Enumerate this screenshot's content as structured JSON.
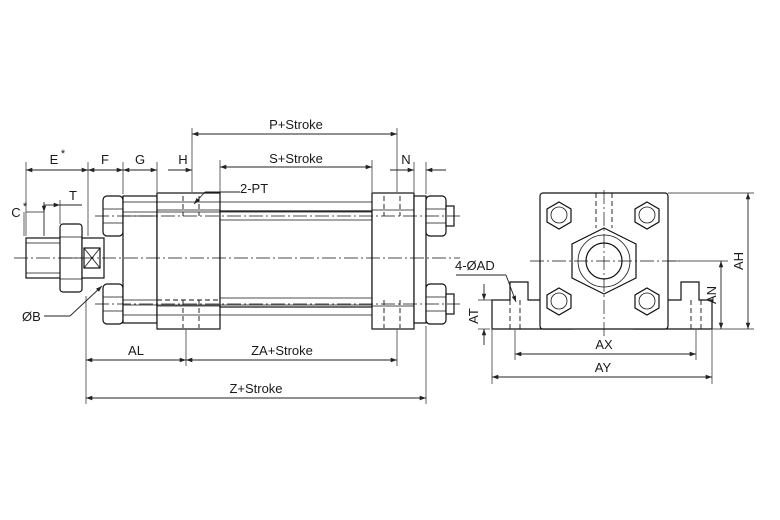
{
  "labels": {
    "p_stroke": "P+Stroke",
    "s_stroke": "S+Stroke",
    "e": "E",
    "e_star": "*",
    "f": "F",
    "g": "G",
    "h": "H",
    "n": "N",
    "pt": "2-PT",
    "c": "C",
    "c_star": "*",
    "t": "T",
    "b": "ØB",
    "al": "AL",
    "za_stroke": "ZA+Stroke",
    "z_stroke": "Z+Stroke",
    "ad": "4-ØAD",
    "at": "AT",
    "ax": "AX",
    "ay": "AY",
    "an": "AN",
    "ah": "AH"
  }
}
